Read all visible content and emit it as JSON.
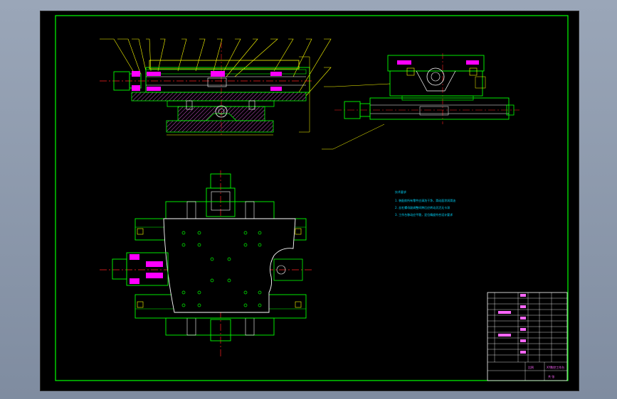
{
  "notes": {
    "title": "技术要求",
    "lines": [
      "1. 装配前所有零件应清洗干净，滑动面涂润滑油",
      "2. 丝杠螺母副调整间隙后应转动灵活无卡滞",
      "3. 工作台移动应平稳，定位精度符合设计要求"
    ]
  },
  "title_block": {
    "drawing_title": "XY数控工作台",
    "scale_label": "比例",
    "sheet_label": "共 张"
  },
  "colors": {
    "frame": "#00ff00",
    "centerline": "#ff2020",
    "leader": "#ffff00",
    "section": "#ff00ff",
    "hatch": "#ff66ff",
    "text": "#00d7ff",
    "white": "#ffffff"
  }
}
